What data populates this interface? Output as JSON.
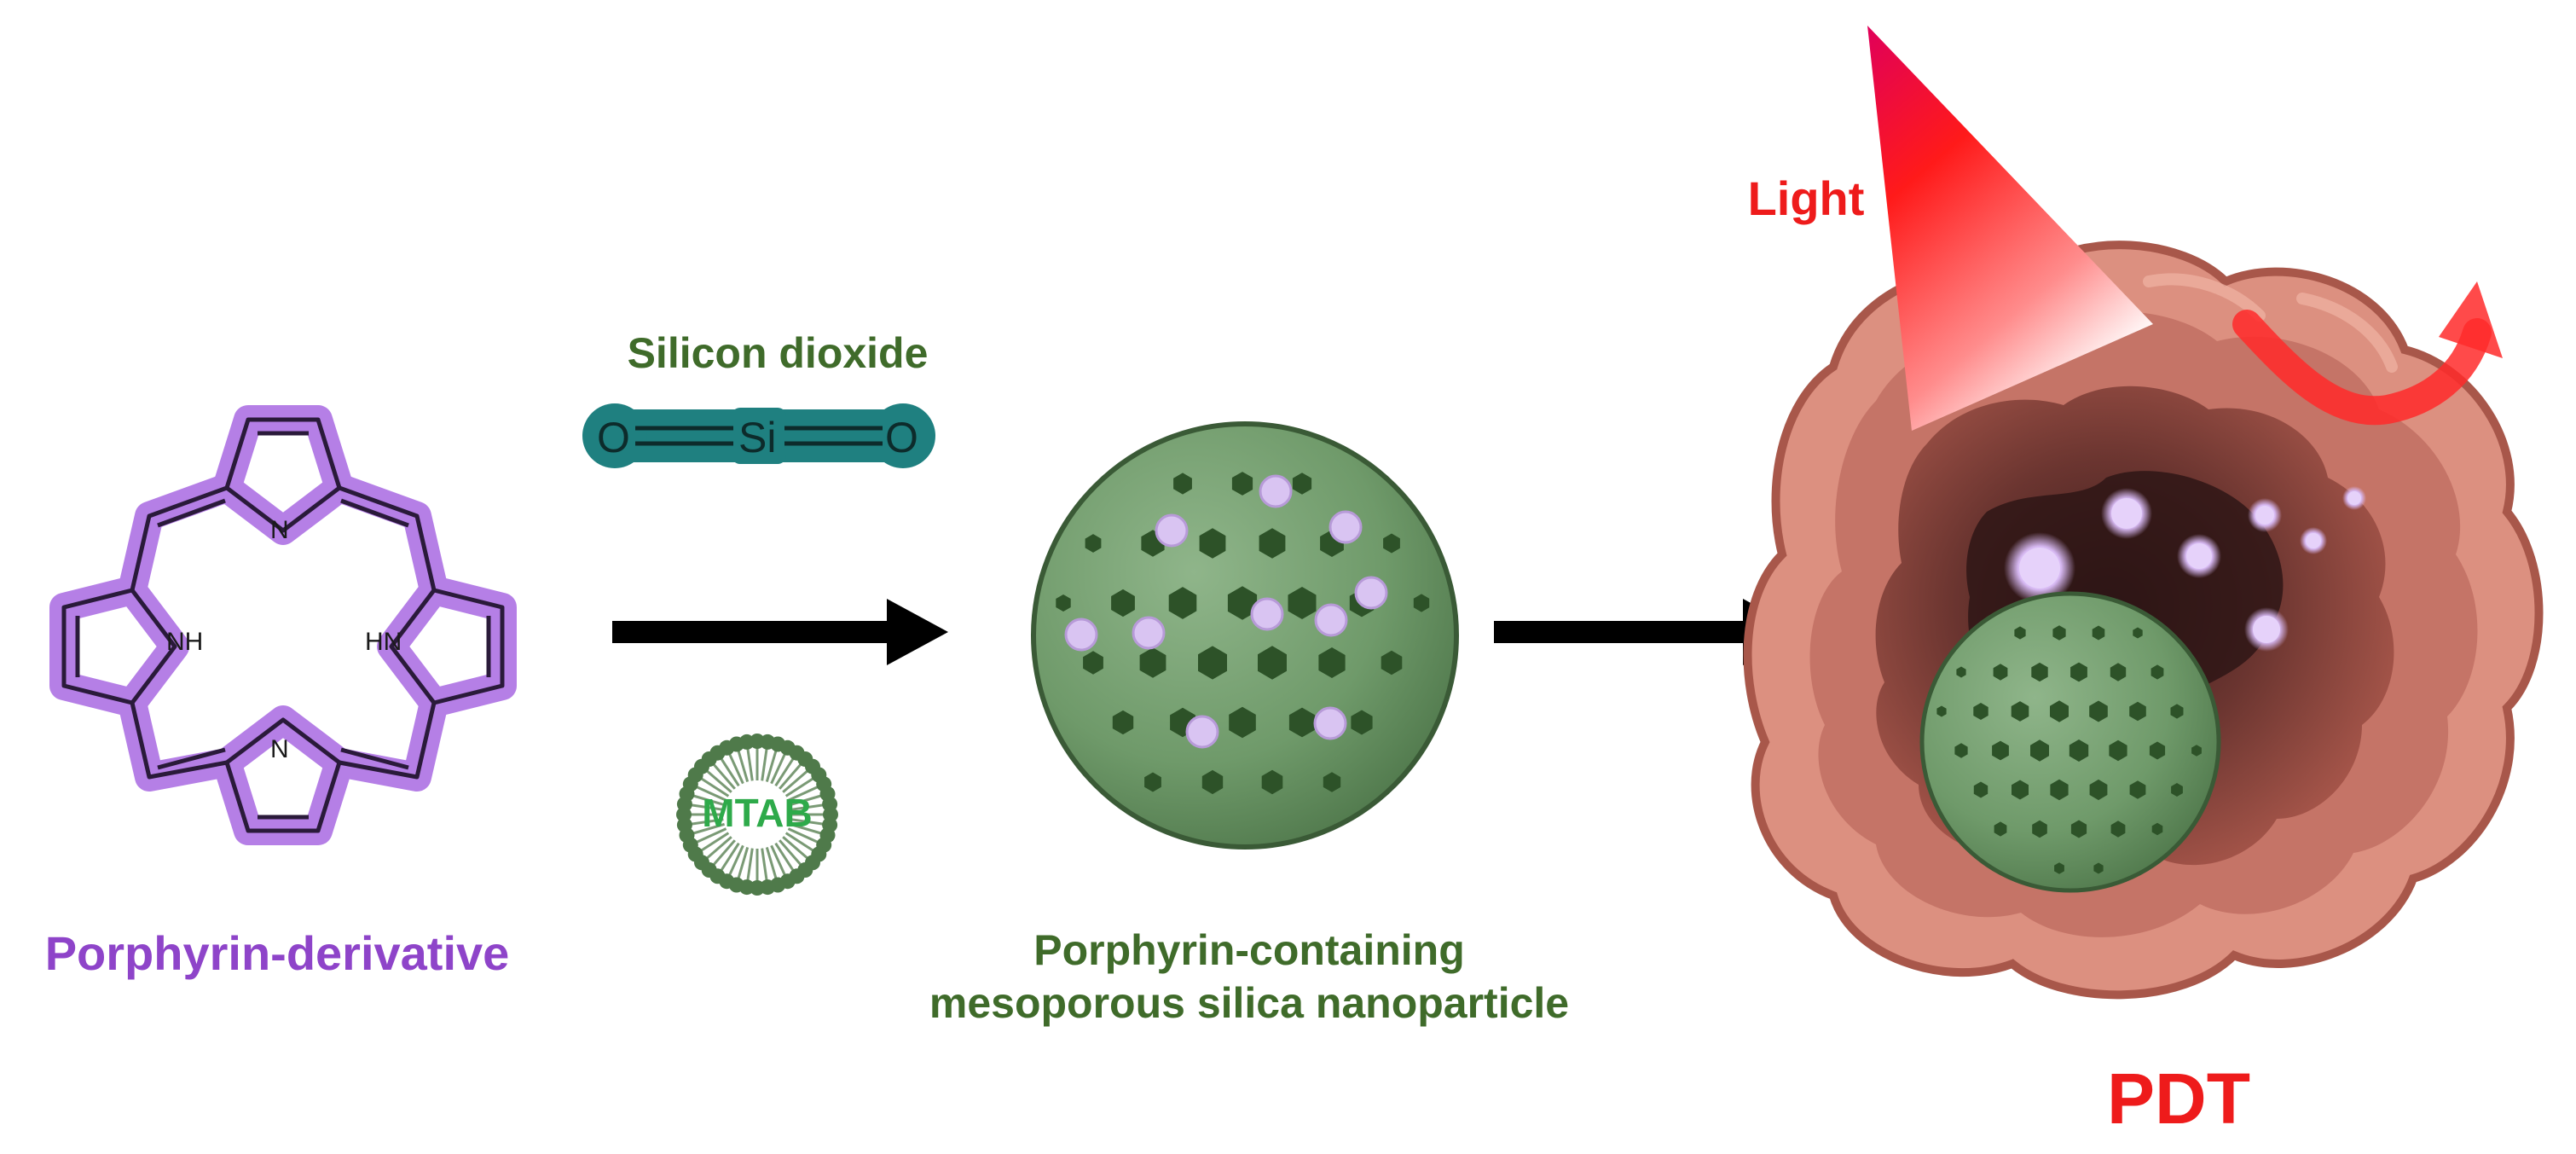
{
  "labels": {
    "porphyrin": "Porphyrin-derivative",
    "silicon_dioxide": "Silicon dioxide",
    "nanoparticle_line1": "Porphyrin-containing",
    "nanoparticle_line2": "mesoporous silica nanoparticle",
    "light": "Light",
    "pdt": "PDT",
    "mtab": "MTAB"
  },
  "molecule_labels": {
    "n_top": "N",
    "n_bottom": "N",
    "nh_left": "NH",
    "hn_right": "HN"
  },
  "sio2": {
    "o_left": "O",
    "si": "Si",
    "o_right": "O"
  },
  "colors": {
    "porphyrin": "#8e44c9",
    "porphyrin_highlight": "#b57fe6",
    "green_text": "#3f6b2a",
    "teal": "#1f8080",
    "mtab_green": "#2eaa4a",
    "red": "#ee1b1b",
    "silica": "#6f9a6a",
    "pore": "#2d5228",
    "loaded_pore": "#d9c4f2",
    "tumor": "#d07f70"
  }
}
